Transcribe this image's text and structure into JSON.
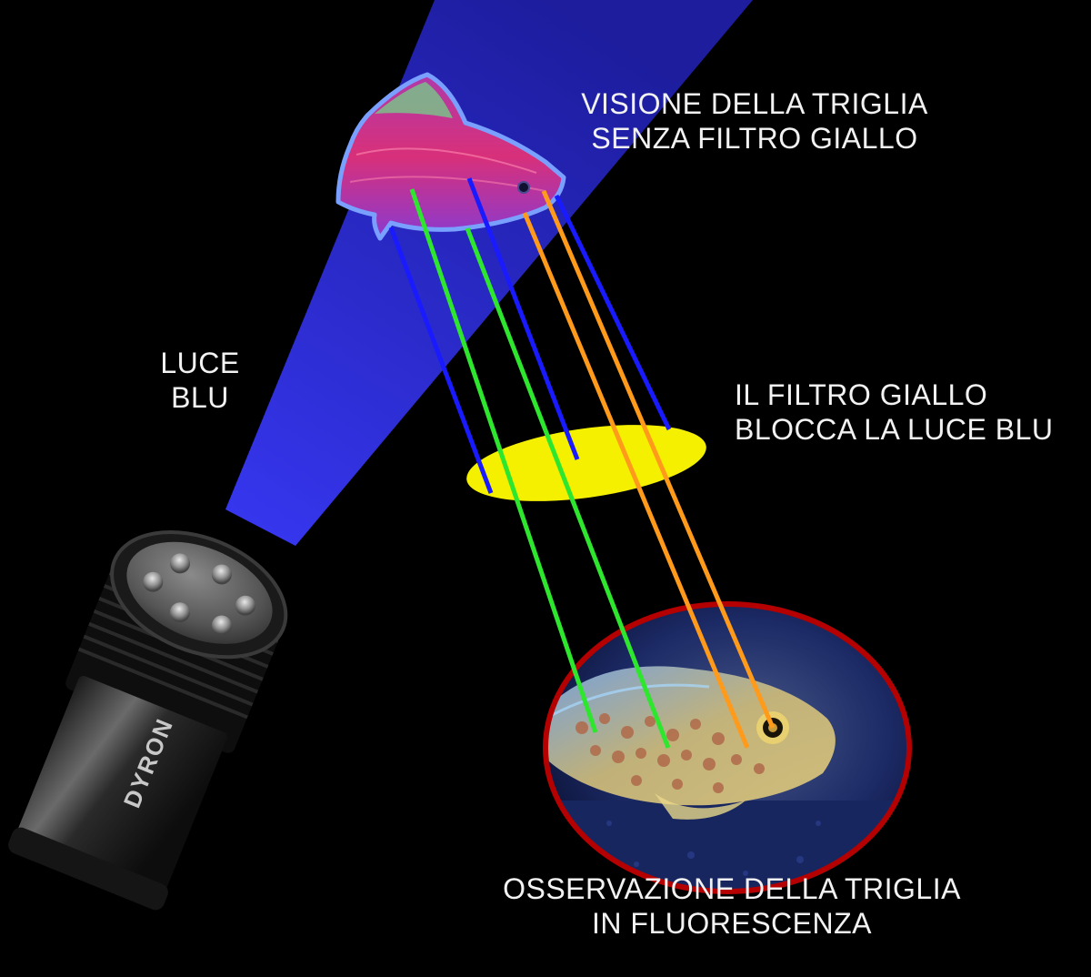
{
  "labels": {
    "light": {
      "line1": "LUCE",
      "line2": "BLU"
    },
    "view_without_filter": {
      "line1": "VISIONE DELLA TRIGLIA",
      "line2": "SENZA FILTRO GIALLO"
    },
    "filter": {
      "line1": "IL FILTRO GIALLO",
      "line2": "BLOCCA LA LUCE BLU"
    },
    "fluorescence": {
      "line1": "OSSERVAZIONE DELLA TRIGLIA",
      "line2": "IN FLUORESCENZA"
    }
  },
  "torch": {
    "brand": "DYRON",
    "led_count": 6
  },
  "colors": {
    "background": "#000000",
    "light_beam": "#2626d8",
    "blue_ray": "#1a1aff",
    "green_ray": "#2ee62e",
    "orange_ray": "#ff9a1a",
    "filter": "#f5f000",
    "fish_ring": "#b40000"
  },
  "rays": [
    {
      "color": "blue",
      "blocked_by_filter": true
    },
    {
      "color": "green",
      "blocked_by_filter": false
    },
    {
      "color": "blue",
      "blocked_by_filter": true
    },
    {
      "color": "green",
      "blocked_by_filter": false
    },
    {
      "color": "orange",
      "blocked_by_filter": false
    },
    {
      "color": "orange",
      "blocked_by_filter": false
    },
    {
      "color": "blue",
      "blocked_by_filter": true
    }
  ]
}
